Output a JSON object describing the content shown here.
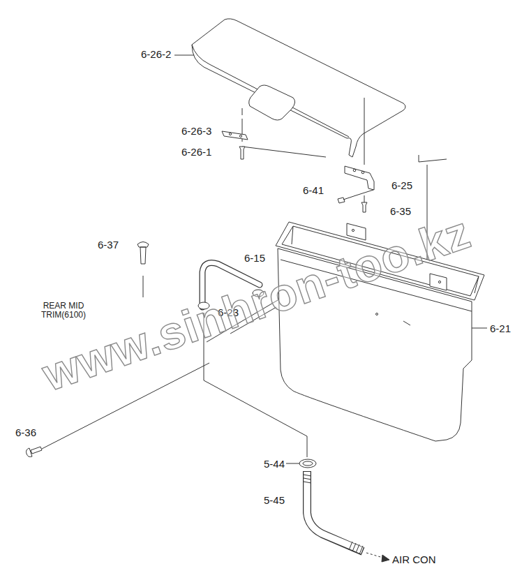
{
  "diagram": {
    "labels": [
      "6-26-2",
      "6-26-3",
      "6-26-1",
      "6-41",
      "6-25",
      "6-35",
      "6-37",
      "6-15",
      "REAR MID TRIM(6100)",
      "6-23",
      "6-21",
      "6-36",
      "5-44",
      "5-45",
      "AIR CON",
      "www.sinhron-too.kz"
    ]
  }
}
